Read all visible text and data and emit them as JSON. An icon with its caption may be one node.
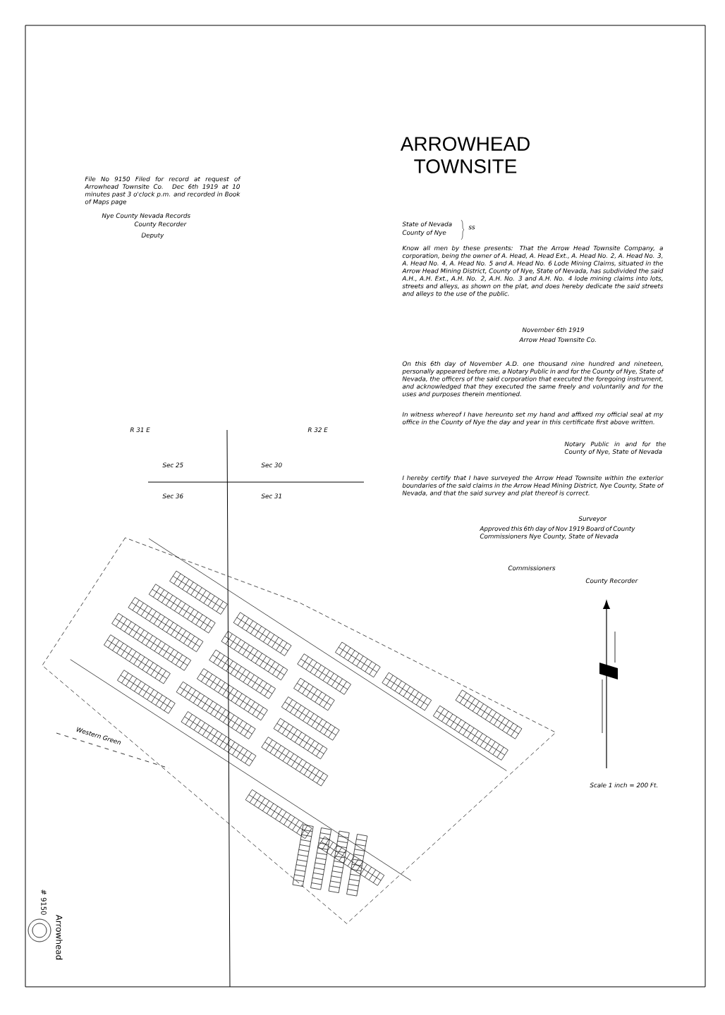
{
  "diagram": {
    "title": "ARROWHEAD TOWNSITE",
    "labels": [
      "File No 9150 Filed for record at request of Arrowhead Townsite Co. Dec 6th 1919 at 10 minutes past 3 o'clock p.m. and recorded in Book of Maps page",
      "Nye County Nevada Records",
      "County Recorder",
      "Deputy",
      "State of Nevada",
      "County of Nye",
      "ss",
      "Know all men by these presents: That the Arrow Head Townsite Company, a corporation, being the owner of A. Head, A. Head Ext., A. Head No. 2, A. Head No. 3, A. Head No. 4, A. Head No. 5 and A. Head No. 6 Lode Mining Claims, situated in the Arrow Head Mining District, County of Nye, State of Nevada, has subdivided the said A.H., A.H. Ext., A.H. No. 2, A.H. No. 3 and A.H. No. 4 lode mining claims into lots, streets and alleys, as shown on the plat, and does hereby dedicate the said streets and alleys to the use of the public.",
      "November 6th 1919",
      "Arrow Head Townsite Co.",
      "On this 6th day of November A.D. one thousand nine hundred and nineteen, personally appeared before me, a Notary Public in and for the County of Nye, State of Nevada, the officers of the said corporation that executed the foregoing instrument, and acknowledged that they executed the same freely and voluntarily and for the uses and purposes therein mentioned.",
      "In witness whereof I have hereunto set my hand and affixed my official seal at my office in the County of Nye the day and year in this certificate first above written.",
      "Notary Public in and for the County of Nye, State of Nevada",
      "I hereby certify that I have surveyed the Arrow Head Townsite within the exterior boundaries of the said claims in the Arrow Head Mining District, Nye County, State of Nevada, and that the said survey and plat thereof is correct.",
      "Surveyor",
      "Approved this 6th day of Nov 1919 Board of County Commissioners Nye County, State of Nevada",
      "Commissioners",
      "County Recorder",
      "R 31 E",
      "R 32 E",
      "Sec 25",
      "Sec 30",
      "Sec 36",
      "Sec 31",
      "Western Green",
      "Scale 1 inch = 200 Ft.",
      "Arrowhead",
      "# 9150"
    ]
  }
}
